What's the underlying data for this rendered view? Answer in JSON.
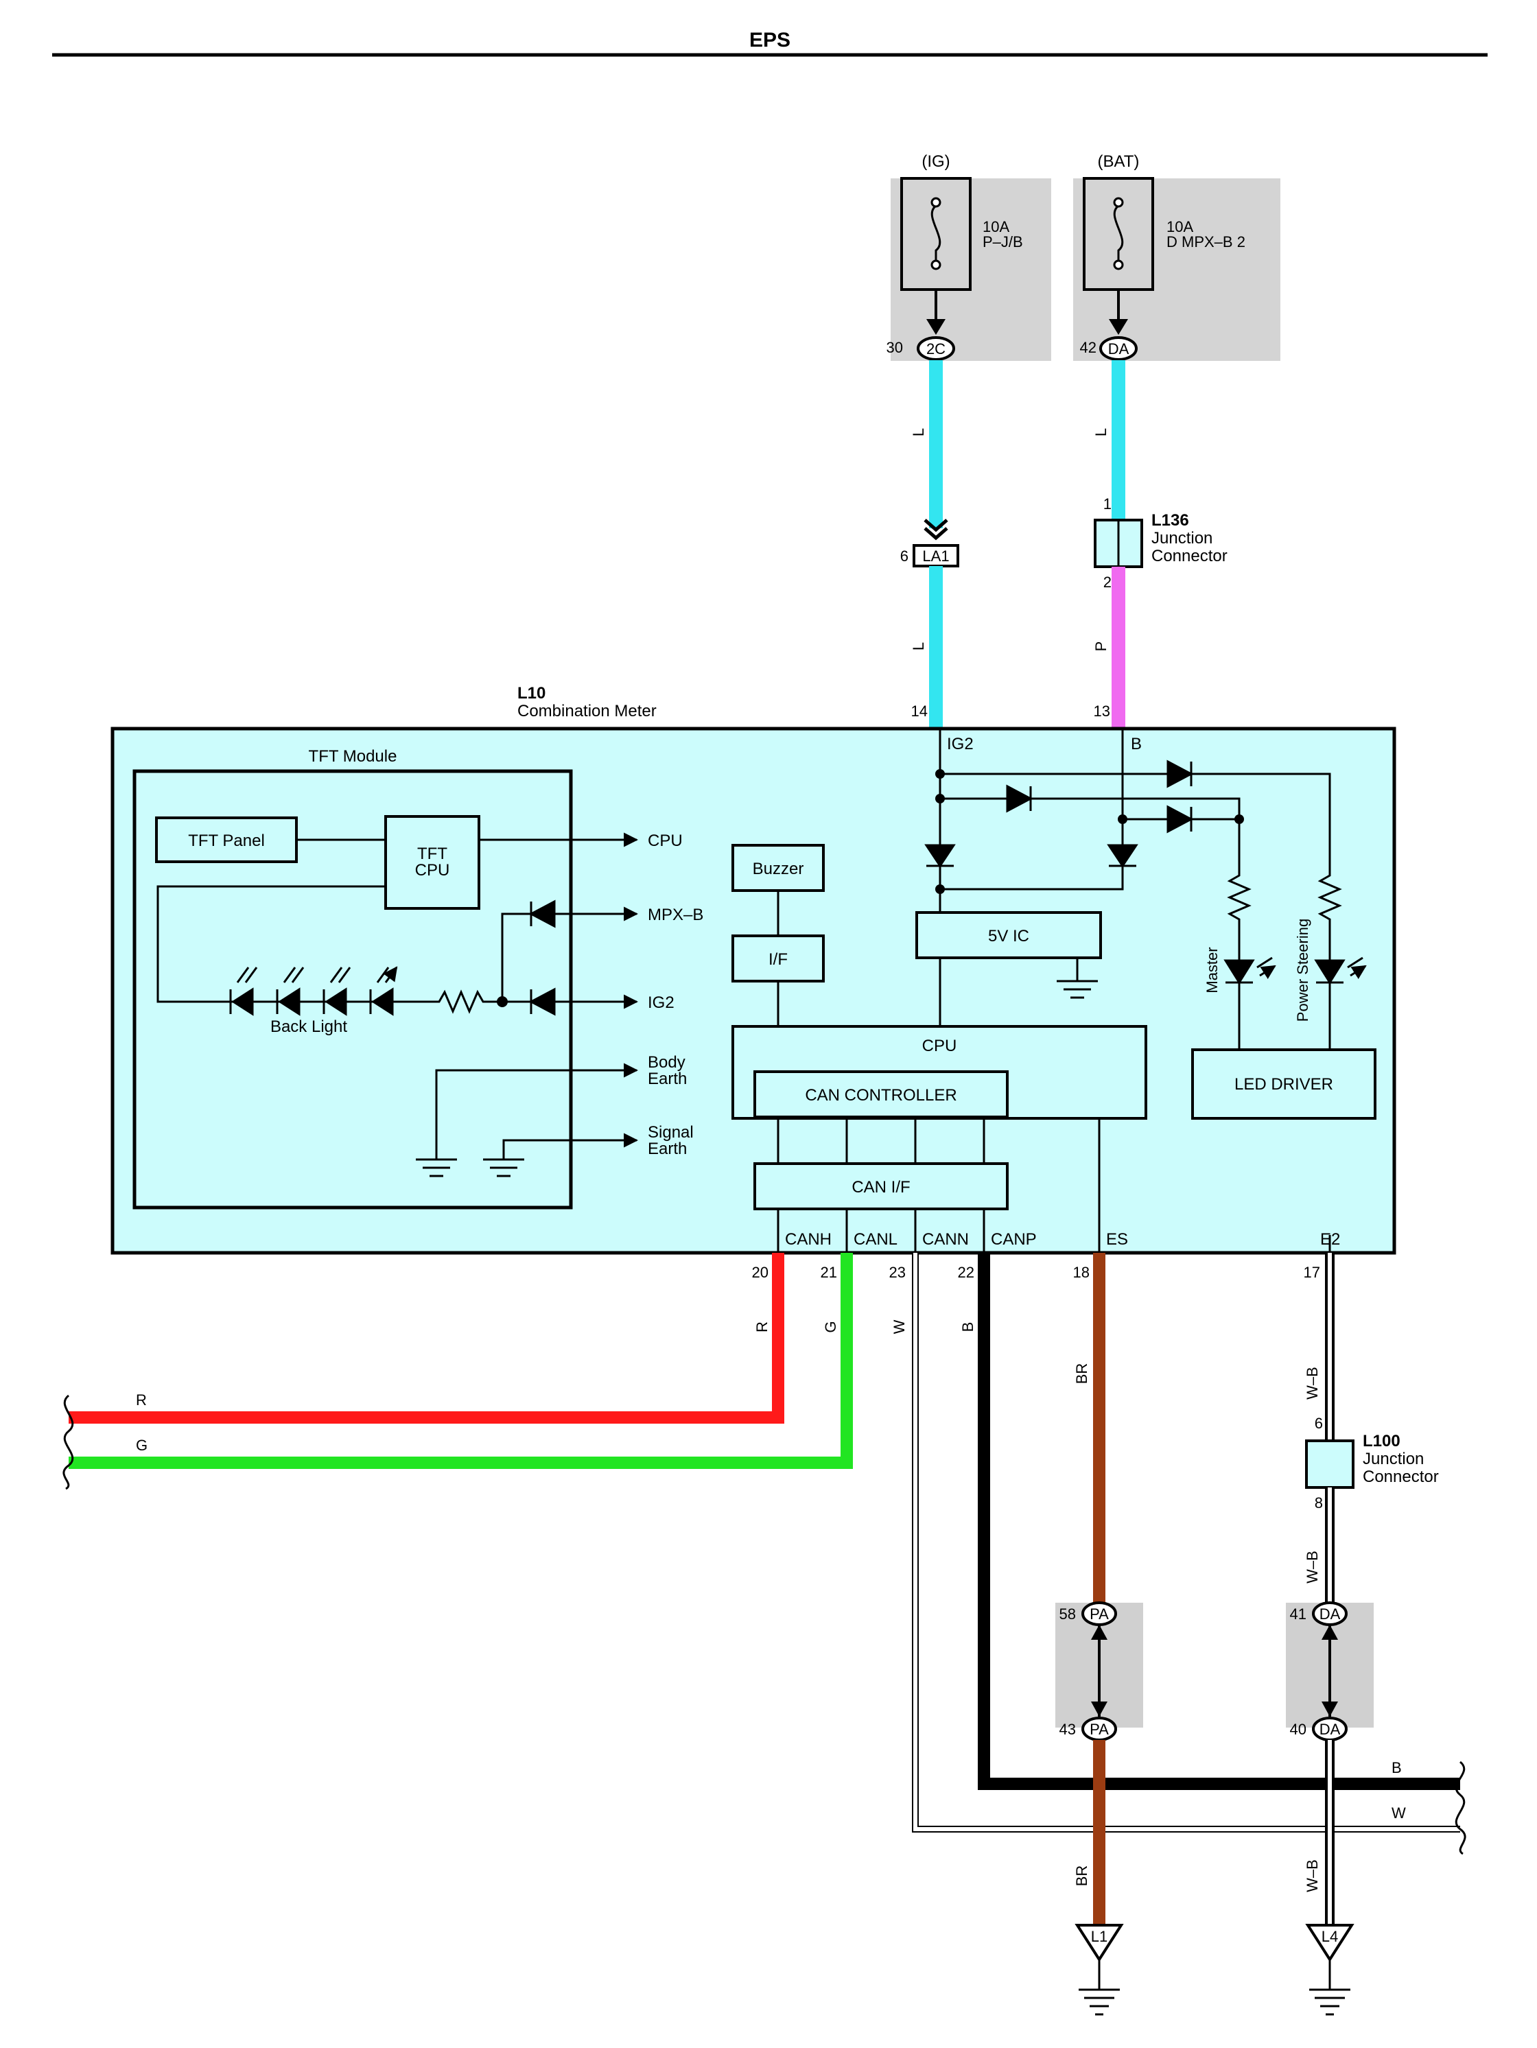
{
  "header": {
    "title": "EPS"
  },
  "fuses": [
    {
      "group": "(IG)",
      "rating": "10A",
      "name": "P–J/B",
      "pin": "30",
      "connector": "2C"
    },
    {
      "group": "(BAT)",
      "rating": "10A",
      "name": "D MPX–B 2",
      "pin": "42",
      "connector": "DA"
    }
  ],
  "wires": {
    "ig_upper": "L",
    "ig_lower": "L",
    "bat_upper": "L",
    "bat_lower": "P",
    "canh": "R",
    "canl": "G",
    "cann": "W",
    "canp": "B",
    "es": "BR",
    "e2_upper": "W–B",
    "e2_mid": "W–B",
    "e2_lower": "W–B",
    "es_lower": "BR",
    "left_r": "R",
    "left_g": "G",
    "right_b": "B",
    "right_w": "W"
  },
  "la1": {
    "pin": "6",
    "name": "LA1"
  },
  "l136": {
    "id": "L136",
    "line1": "Junction",
    "line2": "Connector",
    "pin_top": "1",
    "pin_bottom": "2"
  },
  "l10": {
    "id": "L10",
    "name": "Combination Meter"
  },
  "meter_pins": {
    "ig2_num": "14",
    "ig2": "IG2",
    "b_num": "13",
    "b": "B",
    "canh_num": "20",
    "canh": "CANH",
    "canl_num": "21",
    "canl": "CANL",
    "cann_num": "23",
    "cann": "CANN",
    "canp_num": "22",
    "canp": "CANP",
    "es_num": "18",
    "es": "ES",
    "e2_num": "17",
    "e2": "E2"
  },
  "tft": {
    "module": "TFT Module",
    "panel": "TFT Panel",
    "cpu_line1": "TFT",
    "cpu_line2": "CPU",
    "backlight": "Back Light",
    "out_cpu": "CPU",
    "out_mpxb": "MPX–B",
    "out_ig2": "IG2",
    "body_earth_1": "Body",
    "body_earth_2": "Earth",
    "signal_earth_1": "Signal",
    "signal_earth_2": "Earth"
  },
  "blocks": {
    "buzzer": "Buzzer",
    "if": "I/F",
    "ic5v": "5V IC",
    "cpu": "CPU",
    "can_controller": "CAN CONTROLLER",
    "can_if": "CAN I/F",
    "led_driver": "LED DRIVER",
    "master": "Master",
    "power_steering": "Power Steering"
  },
  "l100": {
    "id": "L100",
    "line1": "Junction",
    "line2": "Connector",
    "pin_top": "6",
    "pin_bottom": "8"
  },
  "joints": {
    "pa_top_pin": "58",
    "pa_top": "PA",
    "pa_bottom_pin": "43",
    "pa_bottom": "PA",
    "da_top_pin": "41",
    "da_top": "DA",
    "da_bottom_pin": "40",
    "da_bottom": "DA"
  },
  "grounds": {
    "g1": "L1",
    "g2": "L4"
  },
  "colors": {
    "wire_l": "#33e5f0",
    "wire_p": "#f06af0",
    "wire_r": "#ff1a1a",
    "wire_g": "#22e522",
    "wire_br": "#9b3c12",
    "wire_b": "#000000",
    "wire_w": "#ffffff",
    "meter_fill": "#ccfcfc",
    "junction_fill": "#ccfcfc",
    "fuse_shade": "#d4d4d4",
    "joint_shade": "#d0d0d0"
  }
}
